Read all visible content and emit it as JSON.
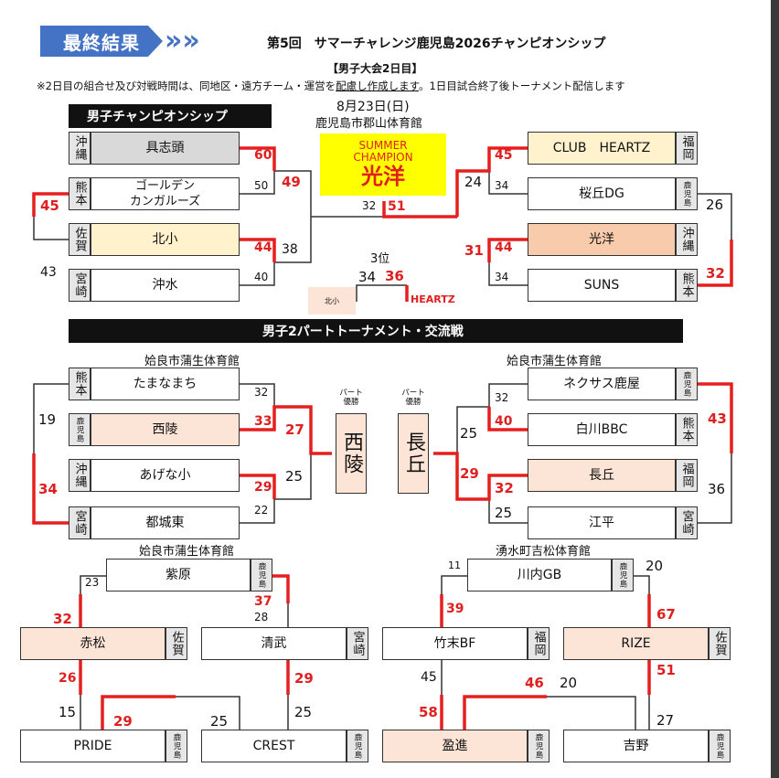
{
  "header": {
    "badge": "最終結果",
    "chevrons": "»»",
    "title": "第5回　サマーチャレンジ鹿児島2026チャンピオンシップ",
    "subtitle": "【男子大会2日目】",
    "note_pre": "※2日目の組合せ及び対戦時間は、同地区・遠方チーム・運営を",
    "note_underlined": "配慮し作成します",
    "note_post": "。1日目試合終了後トーナメント配信します"
  },
  "championship": {
    "banner": "男子チャンピオンシップ",
    "date": "8月23日(日)",
    "venue": "鹿児島市郡山体育館",
    "champion_label": "SUMMER\nCHAMPION",
    "champion_team": "光洋",
    "third_label": "3位",
    "third_small_team": "北小",
    "third_winner": "HEARTZ",
    "left": [
      {
        "pref": "沖縄",
        "name": "具志頭",
        "score": "60"
      },
      {
        "pref": "熊本",
        "name": "ゴールデン\nカンガルーズ",
        "score": "50"
      },
      {
        "pref": "佐賀",
        "name": "北小",
        "score": "44"
      },
      {
        "pref": "宮崎",
        "name": "沖水",
        "score": "40"
      }
    ],
    "right": [
      {
        "pref": "福岡",
        "name": "CLUB　HEARTZ",
        "score": "45"
      },
      {
        "pref": "鹿児島",
        "name": "桜丘DG",
        "score": "34"
      },
      {
        "pref": "沖縄",
        "name": "光洋",
        "score": "44"
      },
      {
        "pref": "熊本",
        "name": "SUNS",
        "score": "34"
      }
    ],
    "scores": {
      "l_r1_a": "45",
      "l_r1_b": "43",
      "l_sf_a": "49",
      "l_sf_b": "38",
      "r_r1_a": "26",
      "r_r1_b": "32",
      "r_sf_a": "24",
      "r_sf_b": "31",
      "final_l": "32",
      "final_r": "51",
      "third_l": "34",
      "third_r": "36"
    }
  },
  "part": {
    "banner": "男子2パートトーナメント・交流戦",
    "venue_left": "姶良市蒲生体育館",
    "venue_right": "姶良市蒲生体育館",
    "win_label": "パート\n優勝",
    "left_winner": "西陵",
    "right_winner": "長丘",
    "left": [
      {
        "pref": "熊本",
        "name": "たまなまち",
        "score": "32"
      },
      {
        "pref": "鹿児島",
        "name": "西陵",
        "score": "33"
      },
      {
        "pref": "沖縄",
        "name": "あげな小",
        "score": "29"
      },
      {
        "pref": "宮崎",
        "name": "都城東",
        "score": "22"
      }
    ],
    "right": [
      {
        "pref": "鹿児島",
        "name": "ネクサス鹿屋",
        "score": "32"
      },
      {
        "pref": "熊本",
        "name": "白川BBC",
        "score": "40"
      },
      {
        "pref": "福岡",
        "name": "長丘",
        "score": "32"
      },
      {
        "pref": "宮崎",
        "name": "江平",
        "score": "25"
      }
    ],
    "scores": {
      "l_r1_a": "19",
      "l_r1_b": "34",
      "l_f_a": "27",
      "l_f_b": "25",
      "r_r1_a": "43",
      "r_r1_b": "36",
      "r_f_a": "25",
      "r_f_b": "29"
    }
  },
  "exchange": {
    "venue_left": "姶良市蒲生体育館",
    "venue_right": "湧水町吉松体育館",
    "left_top": {
      "pref": "鹿児島",
      "name": "紫原"
    },
    "right_top": {
      "pref": "鹿児島",
      "name": "川内GB"
    },
    "row2": [
      {
        "pref": "佐賀",
        "name": "赤松"
      },
      {
        "pref": "宮崎",
        "name": "清武"
      },
      {
        "pref": "福岡",
        "name": "竹末BF"
      },
      {
        "pref": "佐賀",
        "name": "RIZE"
      }
    ],
    "row3": [
      {
        "pref": "鹿児島",
        "name": "PRIDE"
      },
      {
        "pref": "鹿児島",
        "name": "CREST"
      },
      {
        "pref": "鹿児島",
        "name": "盈進"
      },
      {
        "pref": "鹿児島",
        "name": "吉野"
      }
    ],
    "scores": {
      "a1": "23",
      "a2": "32",
      "a3": "37",
      "a4": "28",
      "a5": "26",
      "a6": "29",
      "a7": "15",
      "a8": "29",
      "a9": "25",
      "a10": "25",
      "b1": "11",
      "b2": "39",
      "b3": "20",
      "b4": "67",
      "b5": "45",
      "b6": "51",
      "b7": "58",
      "b8": "46",
      "b9": "20",
      "b10": "27"
    }
  },
  "colors": {
    "accent_blue": "#4472c4",
    "win_red": "#e02020",
    "champion_yellow": "#ffff00",
    "fill_gray": "#d9d9d9",
    "fill_cream": "#fff2cc",
    "fill_orange": "#f8cbad",
    "fill_peach": "#fce4d6"
  }
}
